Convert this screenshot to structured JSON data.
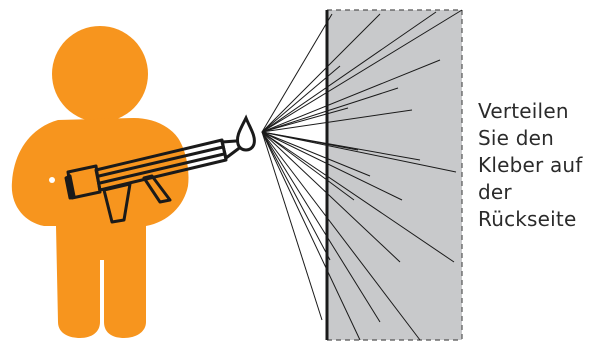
{
  "instruction": {
    "lines": [
      "Verteilen",
      "Sie den",
      "Kleber auf",
      "der",
      "Rückseite"
    ]
  },
  "colors": {
    "person": "#f7951e",
    "panel": "#c8c9cb",
    "outline": "#1a1a1a",
    "spray": "#1a1a1a",
    "background": "#ffffff"
  },
  "icons": {
    "person": "person-silhouette-icon",
    "tool": "caulking-gun-icon",
    "droplet": "adhesive-drop-icon",
    "panel": "wall-panel-icon"
  }
}
